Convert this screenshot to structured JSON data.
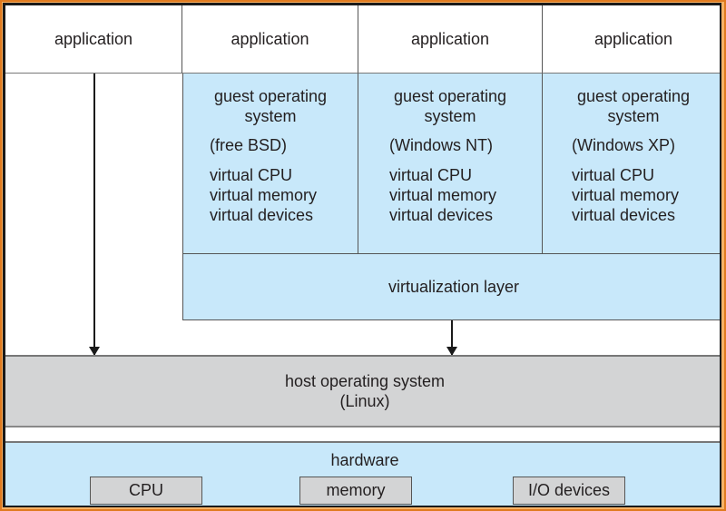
{
  "applications": [
    "application",
    "application",
    "application",
    "application"
  ],
  "guests": [
    {
      "title_line1": "guest operating",
      "title_line2": "system",
      "os": "(free BSD)",
      "resources": [
        "virtual CPU",
        "virtual memory",
        "virtual devices"
      ]
    },
    {
      "title_line1": "guest operating",
      "title_line2": "system",
      "os": "(Windows NT)",
      "resources": [
        "virtual CPU",
        "virtual memory",
        "virtual devices"
      ]
    },
    {
      "title_line1": "guest operating",
      "title_line2": "system",
      "os": "(Windows XP)",
      "resources": [
        "virtual CPU",
        "virtual memory",
        "virtual devices"
      ]
    }
  ],
  "virtualization_layer": "virtualization layer",
  "host": {
    "line1": "host operating system",
    "line2": "(Linux)"
  },
  "hardware": {
    "title": "hardware",
    "components": [
      "CPU",
      "memory",
      "I/O devices"
    ]
  },
  "colors": {
    "light_blue": "#c8e8fa",
    "gray": "#d3d4d5",
    "frame_orange": "#e07a1f"
  }
}
